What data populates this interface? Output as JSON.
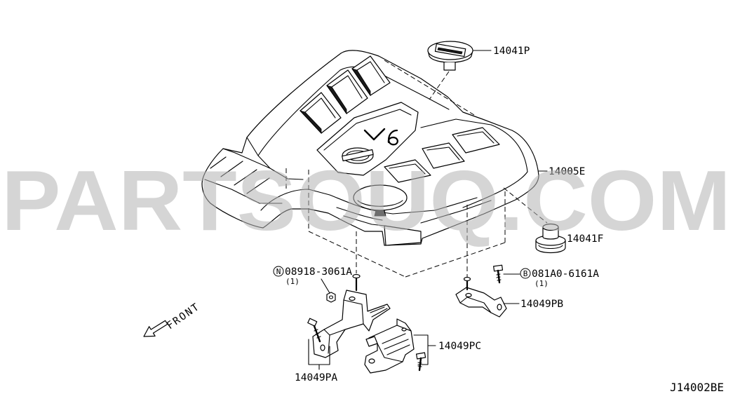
{
  "watermark": "PARTSOUQ.COM",
  "diagram_id": "J14002BE",
  "front_label": "FRONT",
  "parts": {
    "cap": "14041P",
    "cover": "14005E",
    "grommet": "14041F",
    "nut": {
      "prefix": "N",
      "number": "08918-3061A",
      "qty": "(1)"
    },
    "bolt": {
      "prefix": "B",
      "number": "081A0-6161A",
      "qty": "(1)"
    },
    "bracket_pb": "14049PB",
    "bracket_pc": "14049PC",
    "bracket_pa": "14049PA"
  }
}
